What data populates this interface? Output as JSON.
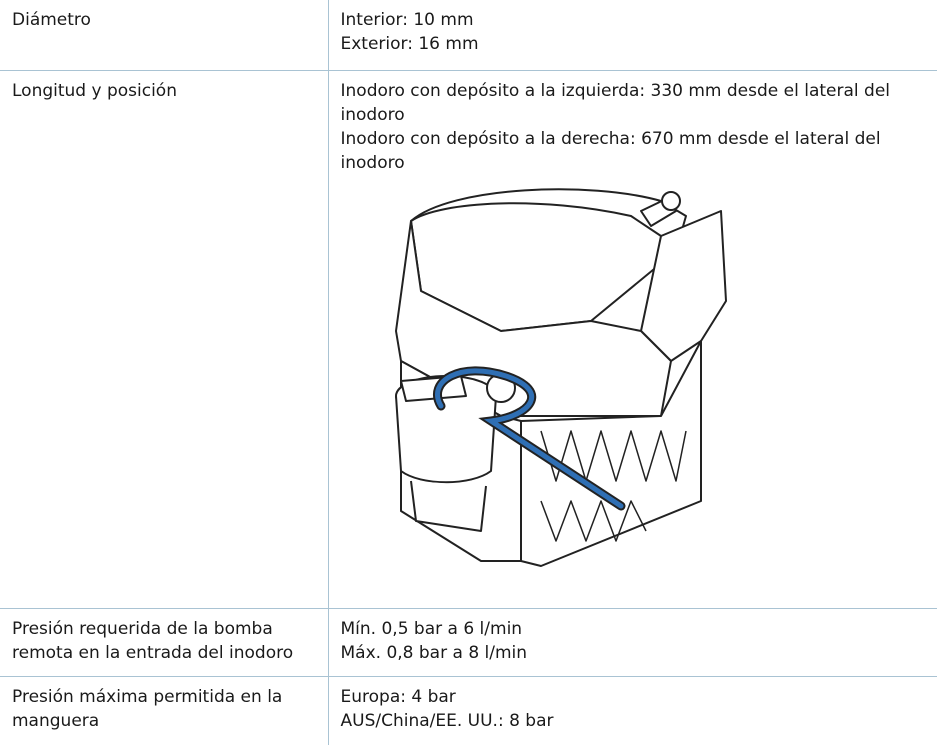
{
  "rows": [
    {
      "label": "Diámetro",
      "lines": [
        "Interior: 10 mm",
        "Exterior: 16 mm"
      ]
    },
    {
      "label": "Longitud y posición",
      "lines": [
        "Inodoro con depósito a la izquierda: 330 mm desde el lateral del inodoro",
        "Inodoro con depósito a la derecha: 670 mm desde el lateral del inodoro"
      ],
      "figure": "toilet-with-hose-illustration"
    },
    {
      "label": "Presión requerida de la bomba remota en la entrada del inodoro",
      "lines": [
        "Mín. 0,5 bar a 6 l/min",
        "Máx. 0,8 bar a 8 l/min"
      ]
    },
    {
      "label": "Presión máxima permitida en la manguera",
      "lines": [
        "Europa: 4 bar",
        "AUS/China/EE. UU.: 8 bar"
      ]
    }
  ],
  "colors": {
    "border": "#a9c3d3",
    "hose": "#2f6fb4",
    "outline": "#222222"
  }
}
